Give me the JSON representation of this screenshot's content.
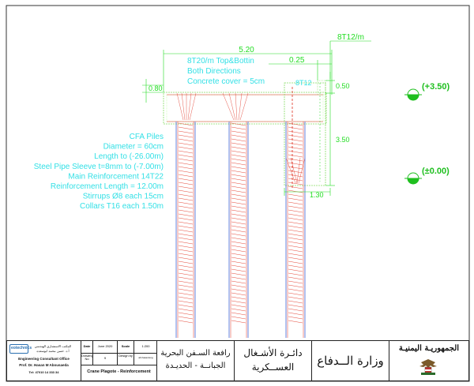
{
  "drawing": {
    "dims": {
      "overall_width": "5.20",
      "right_offset": "0.25",
      "top_right_bar": "8T12/m",
      "slab_thickness": "0.80",
      "right_top_small": "0.50",
      "column_height": "3.50",
      "bottom_right": "1.30",
      "right_bar_label": "8T12"
    },
    "slab_note": {
      "line1": "8T20/m Top&Bottin",
      "line2": "Both Directions",
      "line3": "Concrete cover = 5cm"
    },
    "levels": {
      "top": "(+3.50)",
      "bottom": "(±0.00)"
    },
    "piles_notes": [
      "CFA Piles",
      "Diameter = 60cm",
      "Length to  (-26.00m)",
      "Steel Pipe Sleeve t=8mm to  (-7.00m)",
      "Main Reinforcement 14T22",
      "Reinforcement Length = 12.00m",
      "Stirrups Ø8 each 15cm",
      "Collars T16 each 1.50m"
    ]
  },
  "title_block": {
    "consultant": {
      "logo_text": "eotechnics",
      "arabic_name": "المكتب الاستشاري الهندسي",
      "arabic_person": "أ.د. حسن محمد ابوسعده",
      "english_office": "Engineering Consultant Office",
      "english_person": "Prof. Dr. Hasan M Abousaeda",
      "tel": "Tel: 47010 14 333 34"
    },
    "info": {
      "date_label": "Date",
      "date_value": "June 2020",
      "scale_label": "Scale",
      "scale_value": "1:200",
      "drawing_no_label": "Drawing No",
      "drawing_no_value": "9",
      "design_by_label": "Design by",
      "design_by_value": "ab.hasan/eng",
      "drawing_title": "Crane Plagote - Reinforcement"
    },
    "project": {
      "line1": "رافعة السـفن البحرية",
      "line2": "الجبانــة - الحديـدة"
    },
    "department": {
      "line1": "دائـرة الأشـغال",
      "line2": "العســكرية"
    },
    "ministry": "وزارة الــدفاع",
    "republic": "الجمهوريـة اليمنيـة"
  },
  "colors": {
    "note_text": "#33e0e6",
    "dim_green": "#22dd22",
    "level_green": "#1fbf1f",
    "rebar_red": "#e03020",
    "pile_outline": "#5577dd"
  }
}
